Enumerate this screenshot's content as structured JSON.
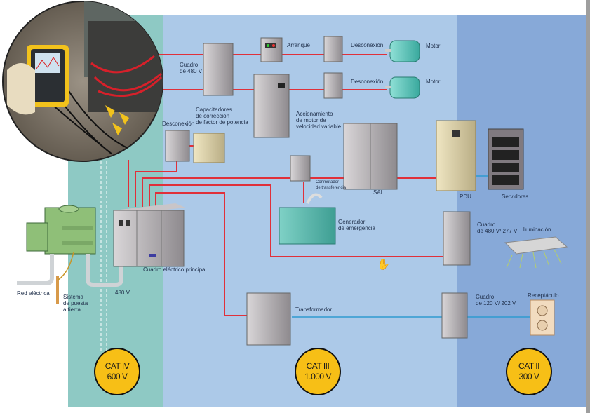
{
  "diagram": {
    "title": "Categorías de medición en una instalación eléctrica",
    "colors": {
      "cat_iv_zone": "#8ec9c4",
      "cat_iii_zone": "#acc9e8",
      "cat_ii_zone": "#87a9d8",
      "feeder_line": "#e0303a",
      "branch_line": "#2f9bd0",
      "badge": "#f7bf16"
    },
    "categories": [
      {
        "name": "CAT IV",
        "voltage": "600 V"
      },
      {
        "name": "CAT III",
        "voltage": "1.000 V"
      },
      {
        "name": "CAT II",
        "voltage": "300 V"
      }
    ],
    "labels": {
      "cuadro_480": "Cuadro\nde 480 V",
      "arranque": "Arranque",
      "desconexion_1": "Desconexión",
      "motor_1": "Motor",
      "desconexion_2": "Desconexión",
      "motor_2": "Motor",
      "capacitadores": "Capacitadores\nde corrección\nde factor de potencia",
      "desconexion_3": "Desconexión",
      "accionamiento": "Accionamiento\nde motor de\nvelocidad variable",
      "conmutador": "Conmutador\nde transferencia",
      "sai": "SAI",
      "pdu": "PDU",
      "servidores": "Servidores",
      "generador": "Generador\nde emergencia",
      "cuadro_480_277": "Cuadro\nde 480 V/ 277 V",
      "iluminacion": "Iluminación",
      "cuadro_principal": "Cuadro eléctrico principal",
      "red_electrica": "Red eléctrica",
      "puesta_tierra": "Sistema\nde puesta\na tierra",
      "v480": "480 V",
      "transformador": "Transformador",
      "cuadro_120_202": "Cuadro\nde 120 V/ 202 V",
      "receptaculo": "Receptáculo"
    },
    "icons": {
      "cursor": "hand-cursor-icon"
    }
  }
}
